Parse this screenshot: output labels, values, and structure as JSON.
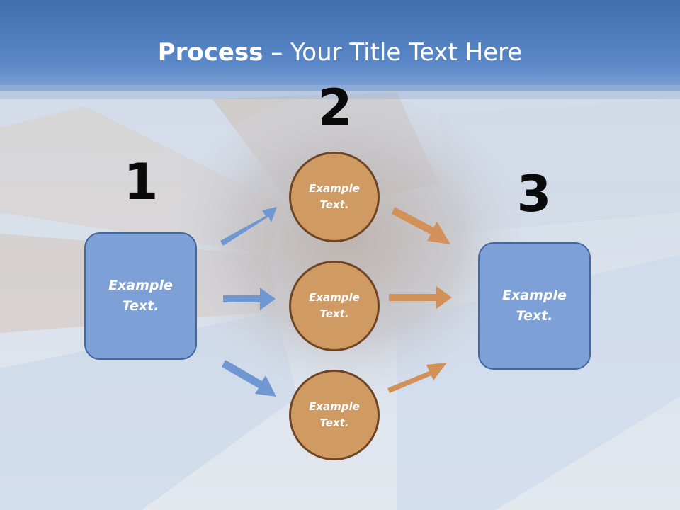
{
  "title": {
    "bold": "Process",
    "rest": " – Your Title Text Here"
  },
  "steps": {
    "n1": "1",
    "n2": "2",
    "n3": "3",
    "box1": "Example Text.",
    "box3": "Example Text.",
    "circle1": "Example Text.",
    "circle2": "Example Text.",
    "circle3": "Example Text."
  },
  "colors": {
    "box_fill": "#7da0d6",
    "circle_fill": "#d09a63",
    "blue_arrow": "#6f97d1",
    "orange_arrow": "#d3915a",
    "header": "#4f7fc0"
  }
}
